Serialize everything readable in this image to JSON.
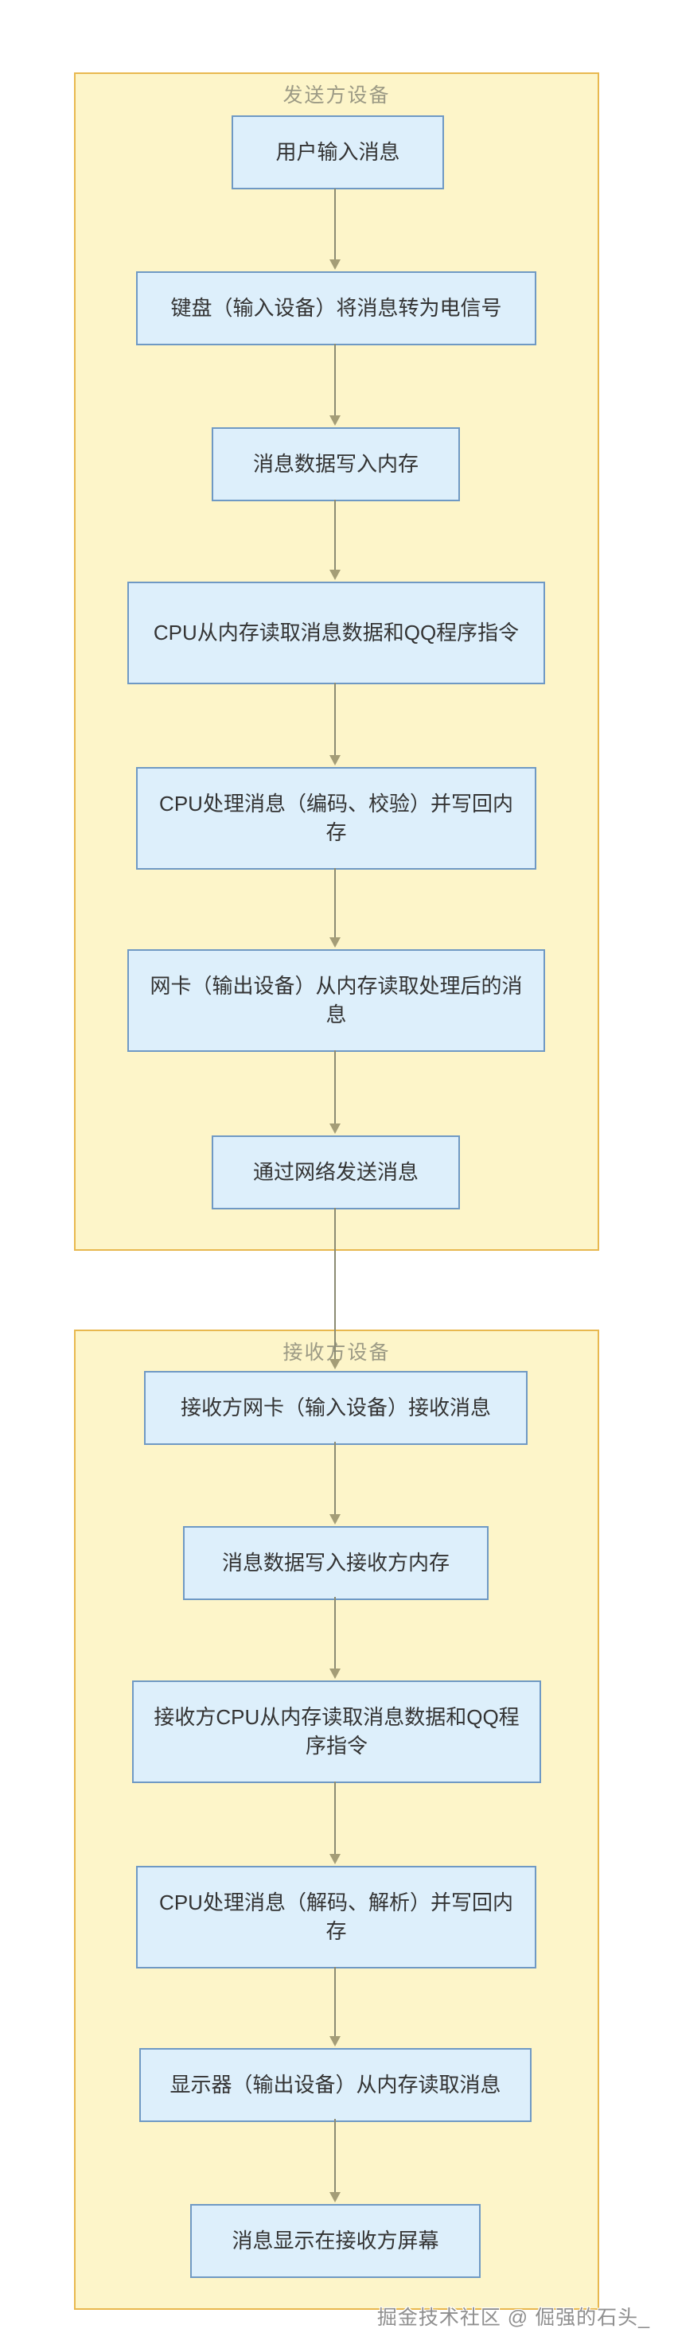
{
  "diagram": {
    "type": "flowchart-top-down",
    "clusters": [
      {
        "title": "发送方设备",
        "nodes": [
          "用户输入消息",
          "键盘（输入设备）将消息转为电信号",
          "消息数据写入内存",
          "CPU从内存读取消息数据和QQ程序指令",
          "CPU处理消息（编码、校验）并写回内存",
          "网卡（输出设备）从内存读取处理后的消息",
          "通过网络发送消息"
        ]
      },
      {
        "title": "接收方设备",
        "nodes": [
          "接收方网卡（输入设备）接收消息",
          "消息数据写入接收方内存",
          "接收方CPU从内存读取消息数据和QQ程序指令",
          "CPU处理消息（解码、解析）并写回内存",
          "显示器（输出设备）从内存读取消息",
          "消息显示在接收方屏幕"
        ]
      }
    ],
    "flow": "sender nodes connect sequentially with down arrows; last sender node connects across the gap to first receiver node; receiver nodes connect sequentially",
    "watermark": "掘金技术社区 @ 倔强的石头_",
    "colors": {
      "cluster_fill": "#fdf5c9",
      "cluster_border": "#e8b84f",
      "cluster_title_text": "#9c9a85",
      "node_fill": "#ddeffb",
      "node_border": "#6f99c4",
      "node_text": "#333333",
      "arrow_line": "#8b8b73",
      "arrowhead": "#a49d77",
      "watermark_text": "#8f8f8f",
      "page_background": "#ffffff"
    }
  }
}
